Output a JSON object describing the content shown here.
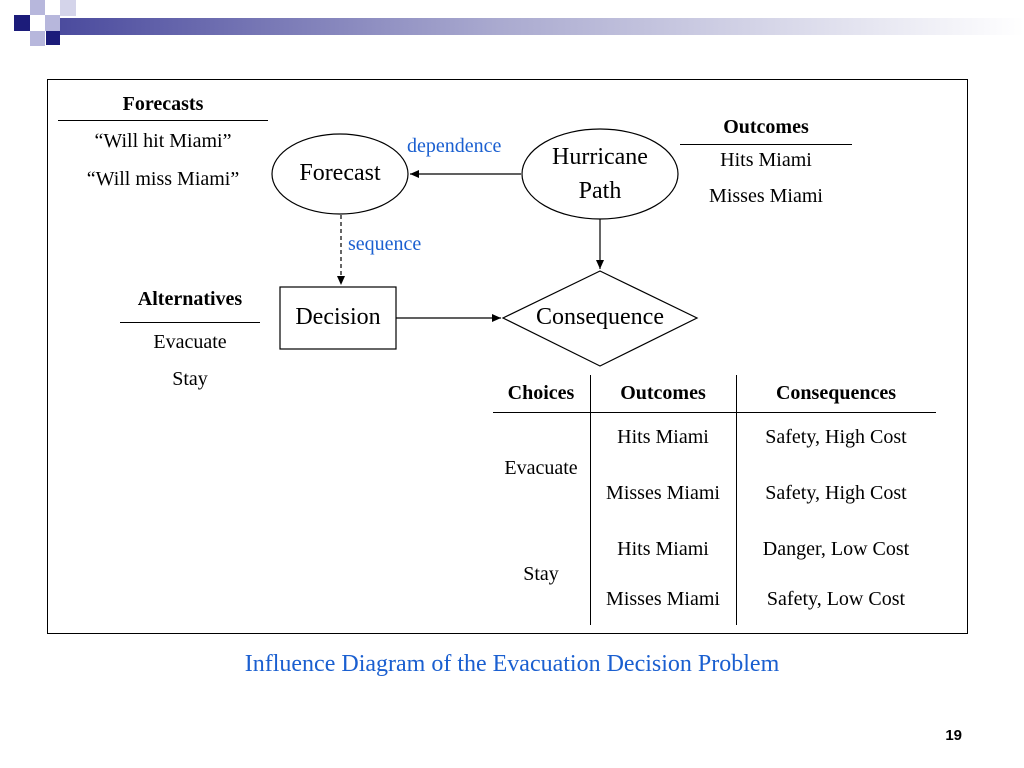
{
  "colors": {
    "accent_blue": "#1a5fd0",
    "header_square_dark": "#1c1c7a",
    "header_square_light": "#b7b7dc",
    "header_gradient_start": "#4b4b9e"
  },
  "forecasts": {
    "title": "Forecasts",
    "items": [
      "“Will hit Miami”",
      "“Will miss Miami”"
    ]
  },
  "outcomes_box": {
    "title": "Outcomes",
    "items": [
      "Hits Miami",
      "Misses Miami"
    ]
  },
  "alternatives": {
    "title": "Alternatives",
    "items": [
      "Evacuate",
      "Stay"
    ]
  },
  "nodes": {
    "forecast": "Forecast",
    "hurricane_line1": "Hurricane",
    "hurricane_line2": "Path",
    "decision": "Decision",
    "consequence": "Consequence"
  },
  "arc_labels": {
    "dependence": "dependence",
    "sequence": "sequence"
  },
  "table": {
    "headers": [
      "Choices",
      "Outcomes",
      "Consequences"
    ],
    "choices": [
      "Evacuate",
      "Stay"
    ],
    "rows": [
      {
        "outcome": "Hits Miami",
        "consequence": "Safety, High Cost"
      },
      {
        "outcome": "Misses Miami",
        "consequence": "Safety, High Cost"
      },
      {
        "outcome": "Hits Miami",
        "consequence": "Danger, Low Cost"
      },
      {
        "outcome": "Misses Miami",
        "consequence": "Safety, Low Cost"
      }
    ]
  },
  "caption": "Influence Diagram of the Evacuation Decision Problem",
  "page_number": "19"
}
